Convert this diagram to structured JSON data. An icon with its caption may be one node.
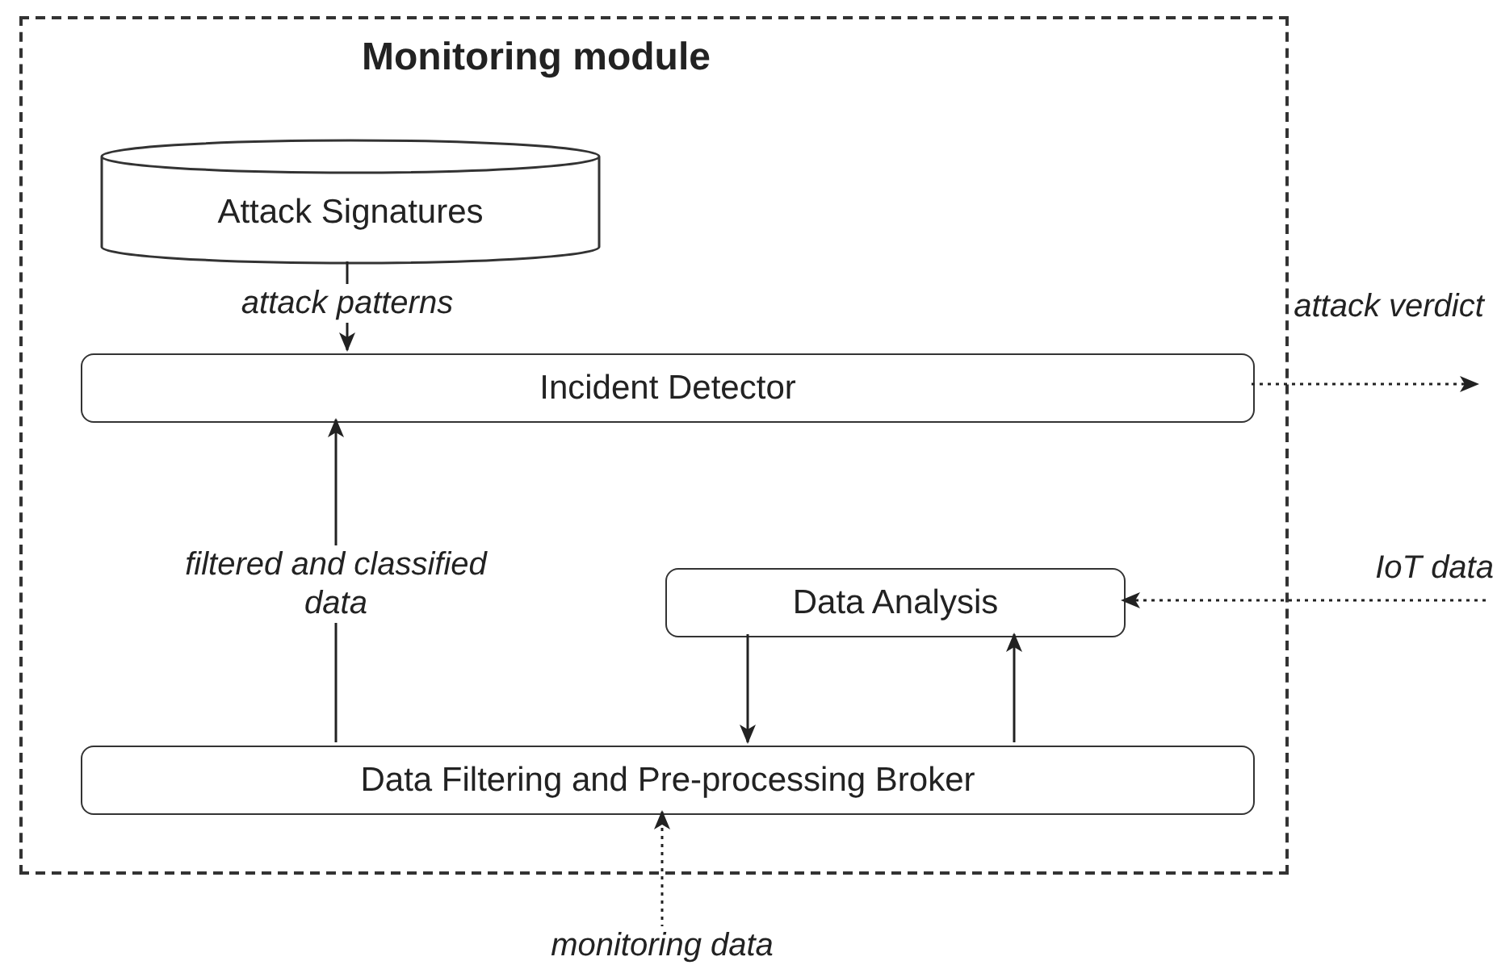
{
  "diagram": {
    "nodes": [
      {
        "text": [
          "Monitoring module"
        ]
      },
      {
        "text": [
          "Attack Signatures"
        ],
        "in": 0
      },
      {
        "text": [
          "Incident Detector"
        ],
        "in": 0
      },
      {
        "text": [
          "Data Analysis"
        ],
        "in": 0
      },
      {
        "text": [
          "Data Filtering and Pre-processing Broker"
        ],
        "in": 0
      }
    ],
    "edges": [
      {
        "from": 1,
        "to": 2,
        "arrow": "to",
        "label": "attack patterns"
      },
      {
        "from": 4,
        "to": 2,
        "arrow": "to",
        "label": "filtered and classified data"
      },
      {
        "from": 3,
        "to": 4,
        "arrow": "to"
      },
      {
        "from": 4,
        "to": 3,
        "arrow": "to"
      },
      {
        "from": 2,
        "to": null,
        "arrow": "to",
        "label": "attack verdict",
        "style": "dashed"
      },
      {
        "from": null,
        "to": 3,
        "arrow": "to",
        "label": "IoT data",
        "style": "dashed"
      },
      {
        "from": null,
        "to": 4,
        "arrow": "to",
        "label": "monitoring data",
        "style": "dashed"
      }
    ]
  }
}
